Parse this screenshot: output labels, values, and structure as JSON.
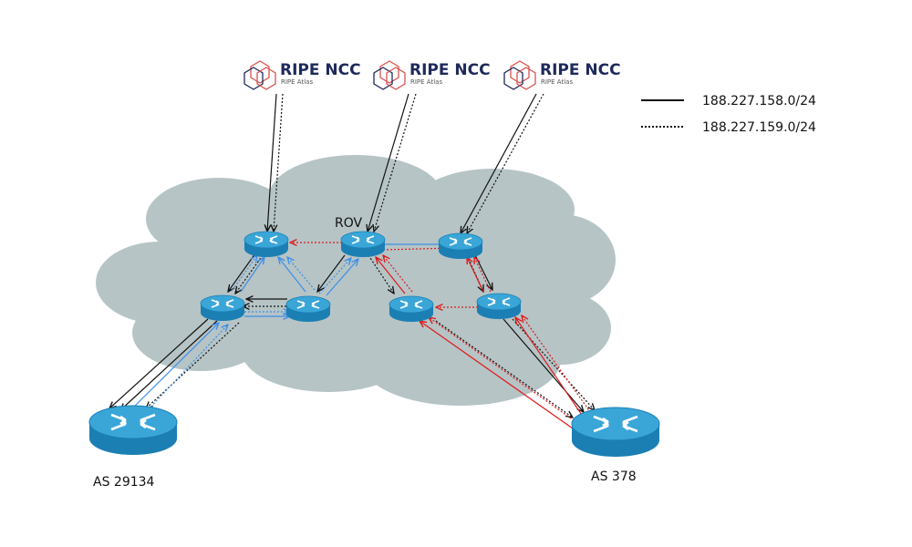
{
  "logos": [
    {
      "brand": "RIPE NCC",
      "sub": "RIPE Atlas"
    },
    {
      "brand": "RIPE NCC",
      "sub": "RIPE Atlas"
    },
    {
      "brand": "RIPE NCC",
      "sub": "RIPE Atlas"
    }
  ],
  "legend": [
    {
      "style": "solid",
      "label": "188.227.158.0/24"
    },
    {
      "style": "dotted",
      "label": "188.227.159.0/24"
    }
  ],
  "labels": {
    "rov": "ROV",
    "as_left": "AS 29134",
    "as_right": "AS 378"
  },
  "colors": {
    "cloud": "#b6c4c6",
    "router_top": "#3aa6d8",
    "router_side": "#1b7fb3",
    "blue_path": "#3d8fe8",
    "red_path": "#e01818",
    "black_path": "#111111",
    "logo_navy": "#1e2a5a",
    "logo_red": "#d9534f"
  }
}
